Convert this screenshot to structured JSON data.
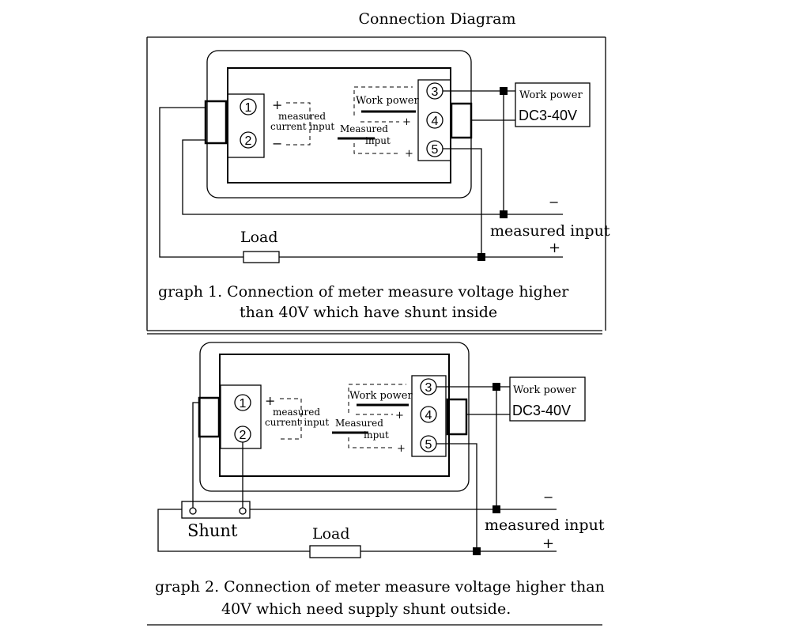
{
  "title": "Connection Diagram",
  "graphs": [
    {
      "caption_line1": "graph 1. Connection of meter measure voltage higher",
      "caption_line2": "than 40V which have shunt inside",
      "terminals": [
        "1",
        "2",
        "3",
        "4",
        "5"
      ],
      "current_sign_plus": "+",
      "current_sign_minus": "−",
      "current_label_line1": "measured",
      "current_label_line2": "current input",
      "work_power_label": "Work power",
      "work_power_sign": "+",
      "measured_label_line1": "Measured",
      "measured_label_line2": "input",
      "measured_sign": "+",
      "power_box_line1": "Work power",
      "power_box_line2": "DC3-40V",
      "load_label": "Load",
      "input_minus": "−",
      "input_label": "measured input",
      "input_plus": "+"
    },
    {
      "caption_line1": "graph 2. Connection of meter measure voltage higher than",
      "caption_line2": "40V which need supply shunt outside.",
      "terminals": [
        "1",
        "2",
        "3",
        "4",
        "5"
      ],
      "current_sign_plus": "+",
      "current_label_line1": "measured",
      "current_label_line2": "current input",
      "work_power_label": "Work power",
      "work_power_sign": "+",
      "measured_label_line1": "Measured",
      "measured_label_line2": "input",
      "measured_sign": "+",
      "power_box_line1": "Work power",
      "power_box_line2": "DC3-40V",
      "shunt_label": "Shunt",
      "load_label": "Load",
      "input_minus": "−",
      "input_label": "measured input",
      "input_plus": "+"
    }
  ]
}
